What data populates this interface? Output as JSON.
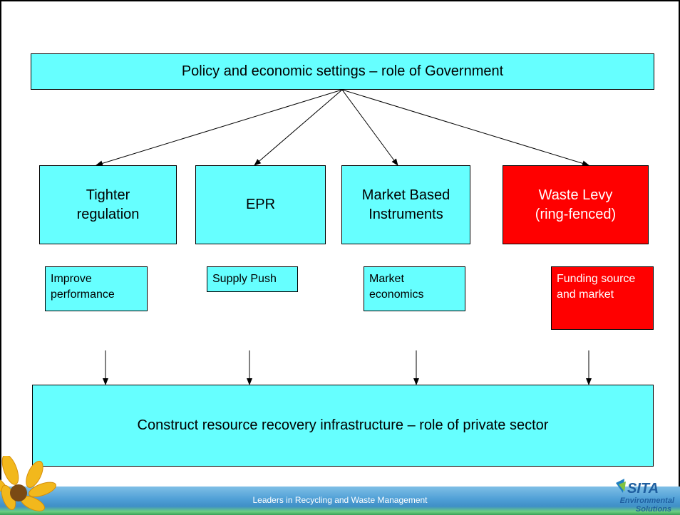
{
  "top_box": "Policy and economic settings – role of Government",
  "instruments": [
    {
      "label": "Tighter regulation",
      "outcome": "Improve performance",
      "color": "#66ffff"
    },
    {
      "label": "EPR",
      "outcome": "Supply Push",
      "color": "#66ffff"
    },
    {
      "label": "Market Based Instruments",
      "outcome": "Market economics",
      "color": "#66ffff"
    },
    {
      "label": "Waste Levy (ring-fenced)",
      "outcome": "Funding source and market",
      "color": "#ff0000"
    }
  ],
  "bottom_box": "Construct resource recovery infrastructure – role of private sector",
  "footer": {
    "tagline": "Leaders in Recycling and Waste Management"
  },
  "logo": {
    "name": "SITA",
    "line1": "Environmental",
    "line2": "Solutions"
  },
  "colors": {
    "cyan": "#66ffff",
    "red": "#ff0000"
  }
}
